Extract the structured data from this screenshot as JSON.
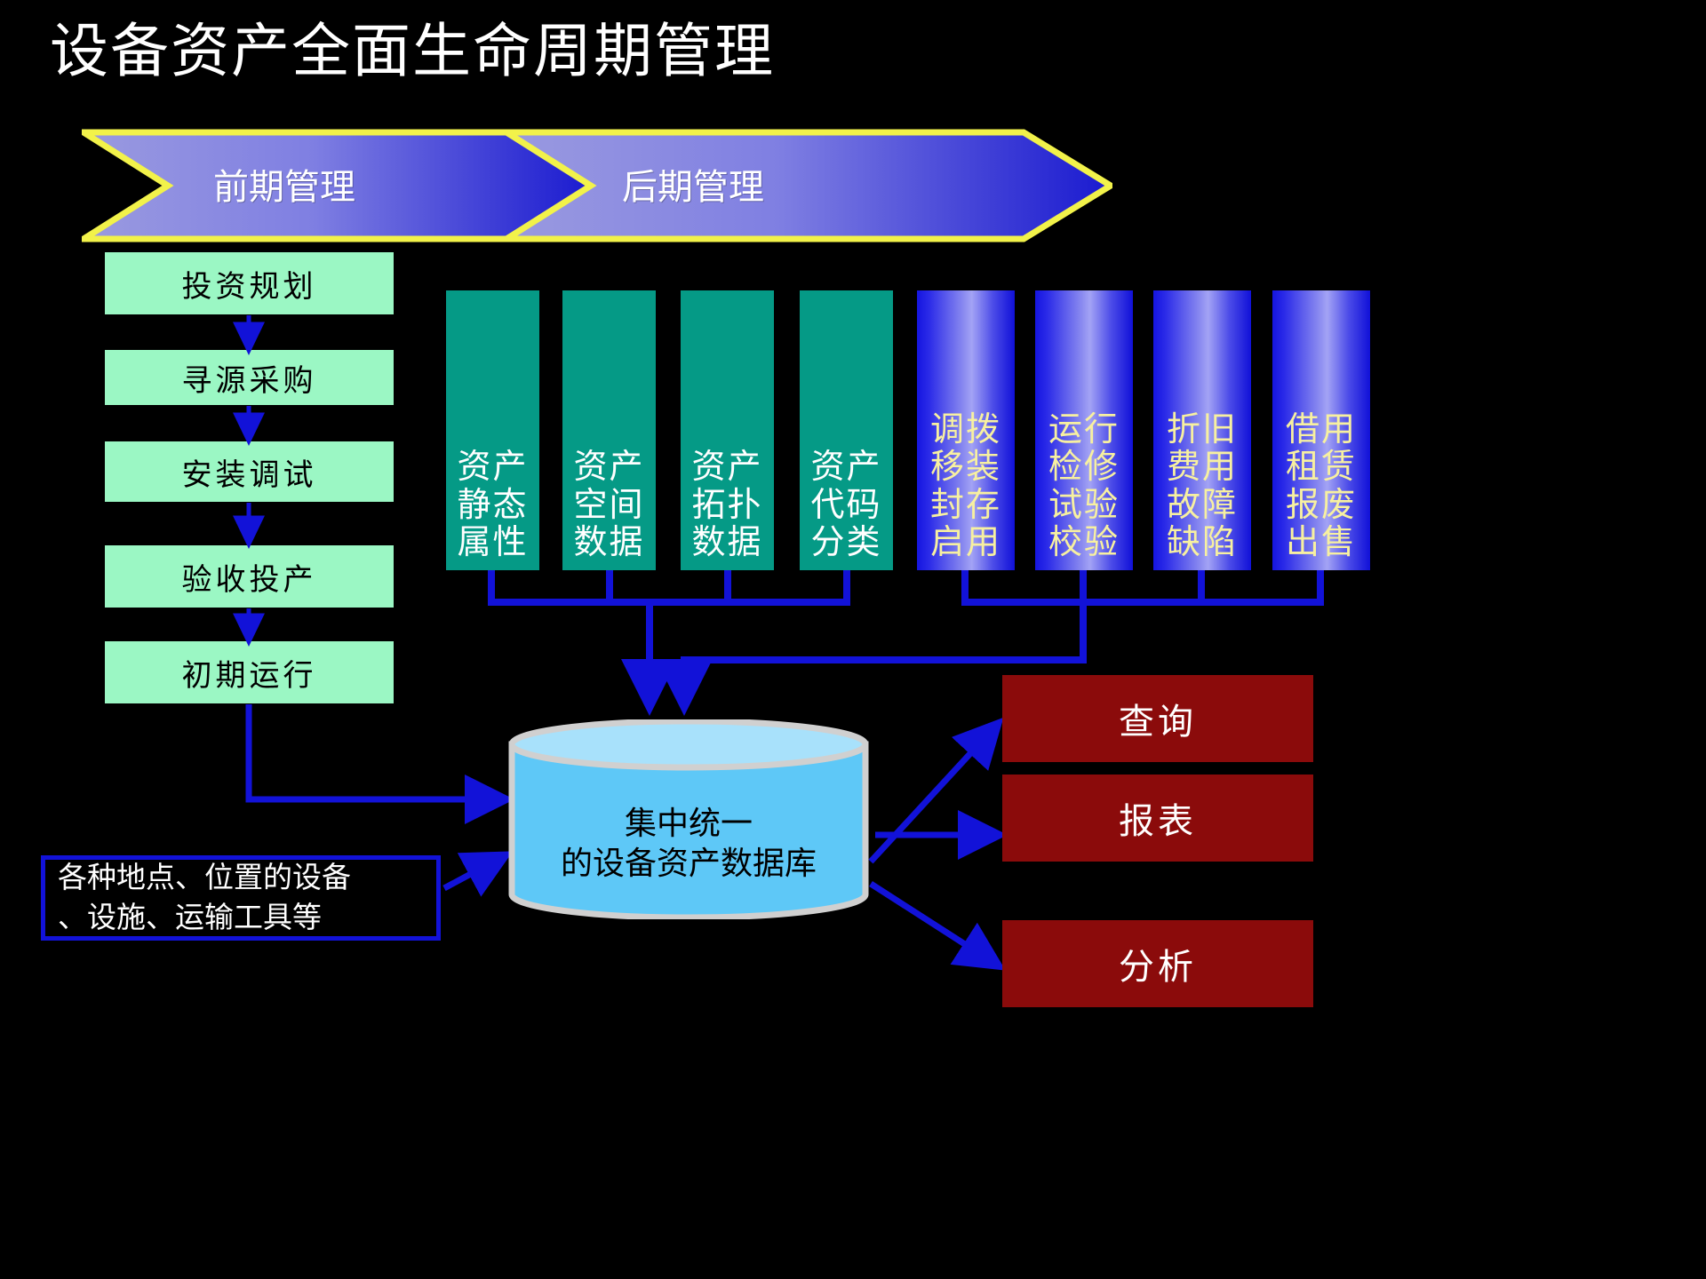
{
  "title": "设备资产全面生命周期管理",
  "banner": {
    "name": "lifecycle-phase-banner",
    "stages": [
      {
        "label": "前期管理"
      },
      {
        "label": "后期管理"
      }
    ],
    "outline_color": "#f2f24a",
    "fill_start": "#9a9ae0",
    "fill_end": "#1a1ad0"
  },
  "phases": [
    {
      "label": "投资规划"
    },
    {
      "label": "寻源采购"
    },
    {
      "label": "安装调试"
    },
    {
      "label": "验收投产"
    },
    {
      "label": "初期运行"
    }
  ],
  "static_data_columns": [
    {
      "lines": [
        "资产",
        "静态",
        "属性"
      ],
      "color": "#059a86"
    },
    {
      "lines": [
        "资产",
        "空间",
        "数据"
      ],
      "color": "#059a86"
    },
    {
      "lines": [
        "资产",
        "拓扑",
        "数据"
      ],
      "color": "#059a86"
    },
    {
      "lines": [
        "资产",
        "代码",
        "分类"
      ],
      "color": "#059a86"
    }
  ],
  "dynamic_data_columns": [
    {
      "lines": [
        "调拨",
        "移装",
        "封存",
        "启用"
      ],
      "color": "#3a3ae8"
    },
    {
      "lines": [
        "运行",
        "检修",
        "试验",
        "校验"
      ],
      "color": "#3a3ae8"
    },
    {
      "lines": [
        "折旧",
        "费用",
        "故障",
        "缺陷"
      ],
      "color": "#3a3ae8"
    },
    {
      "lines": [
        "借用",
        "租赁",
        "报废",
        "出售"
      ],
      "color": "#3a3ae8"
    }
  ],
  "database": {
    "lines": [
      "集中统一",
      "的设备资产数据库"
    ],
    "body_color": "#5ec8f7",
    "top_color": "#a8e1fb",
    "rim_color": "#d0d0d0"
  },
  "source_note": {
    "lines": [
      "各种地点、位置的设备",
      "、设施、运输工具等"
    ],
    "border_color": "#1212d8"
  },
  "outputs": [
    {
      "label": "查询"
    },
    {
      "label": "报表"
    },
    {
      "label": "分析"
    }
  ],
  "colors": {
    "background": "#000000",
    "arrow": "#1212d8",
    "phase_box": "#9bf7c4",
    "output_box": "#8b0b0b",
    "dynamic_text": "#f7f0a0"
  }
}
